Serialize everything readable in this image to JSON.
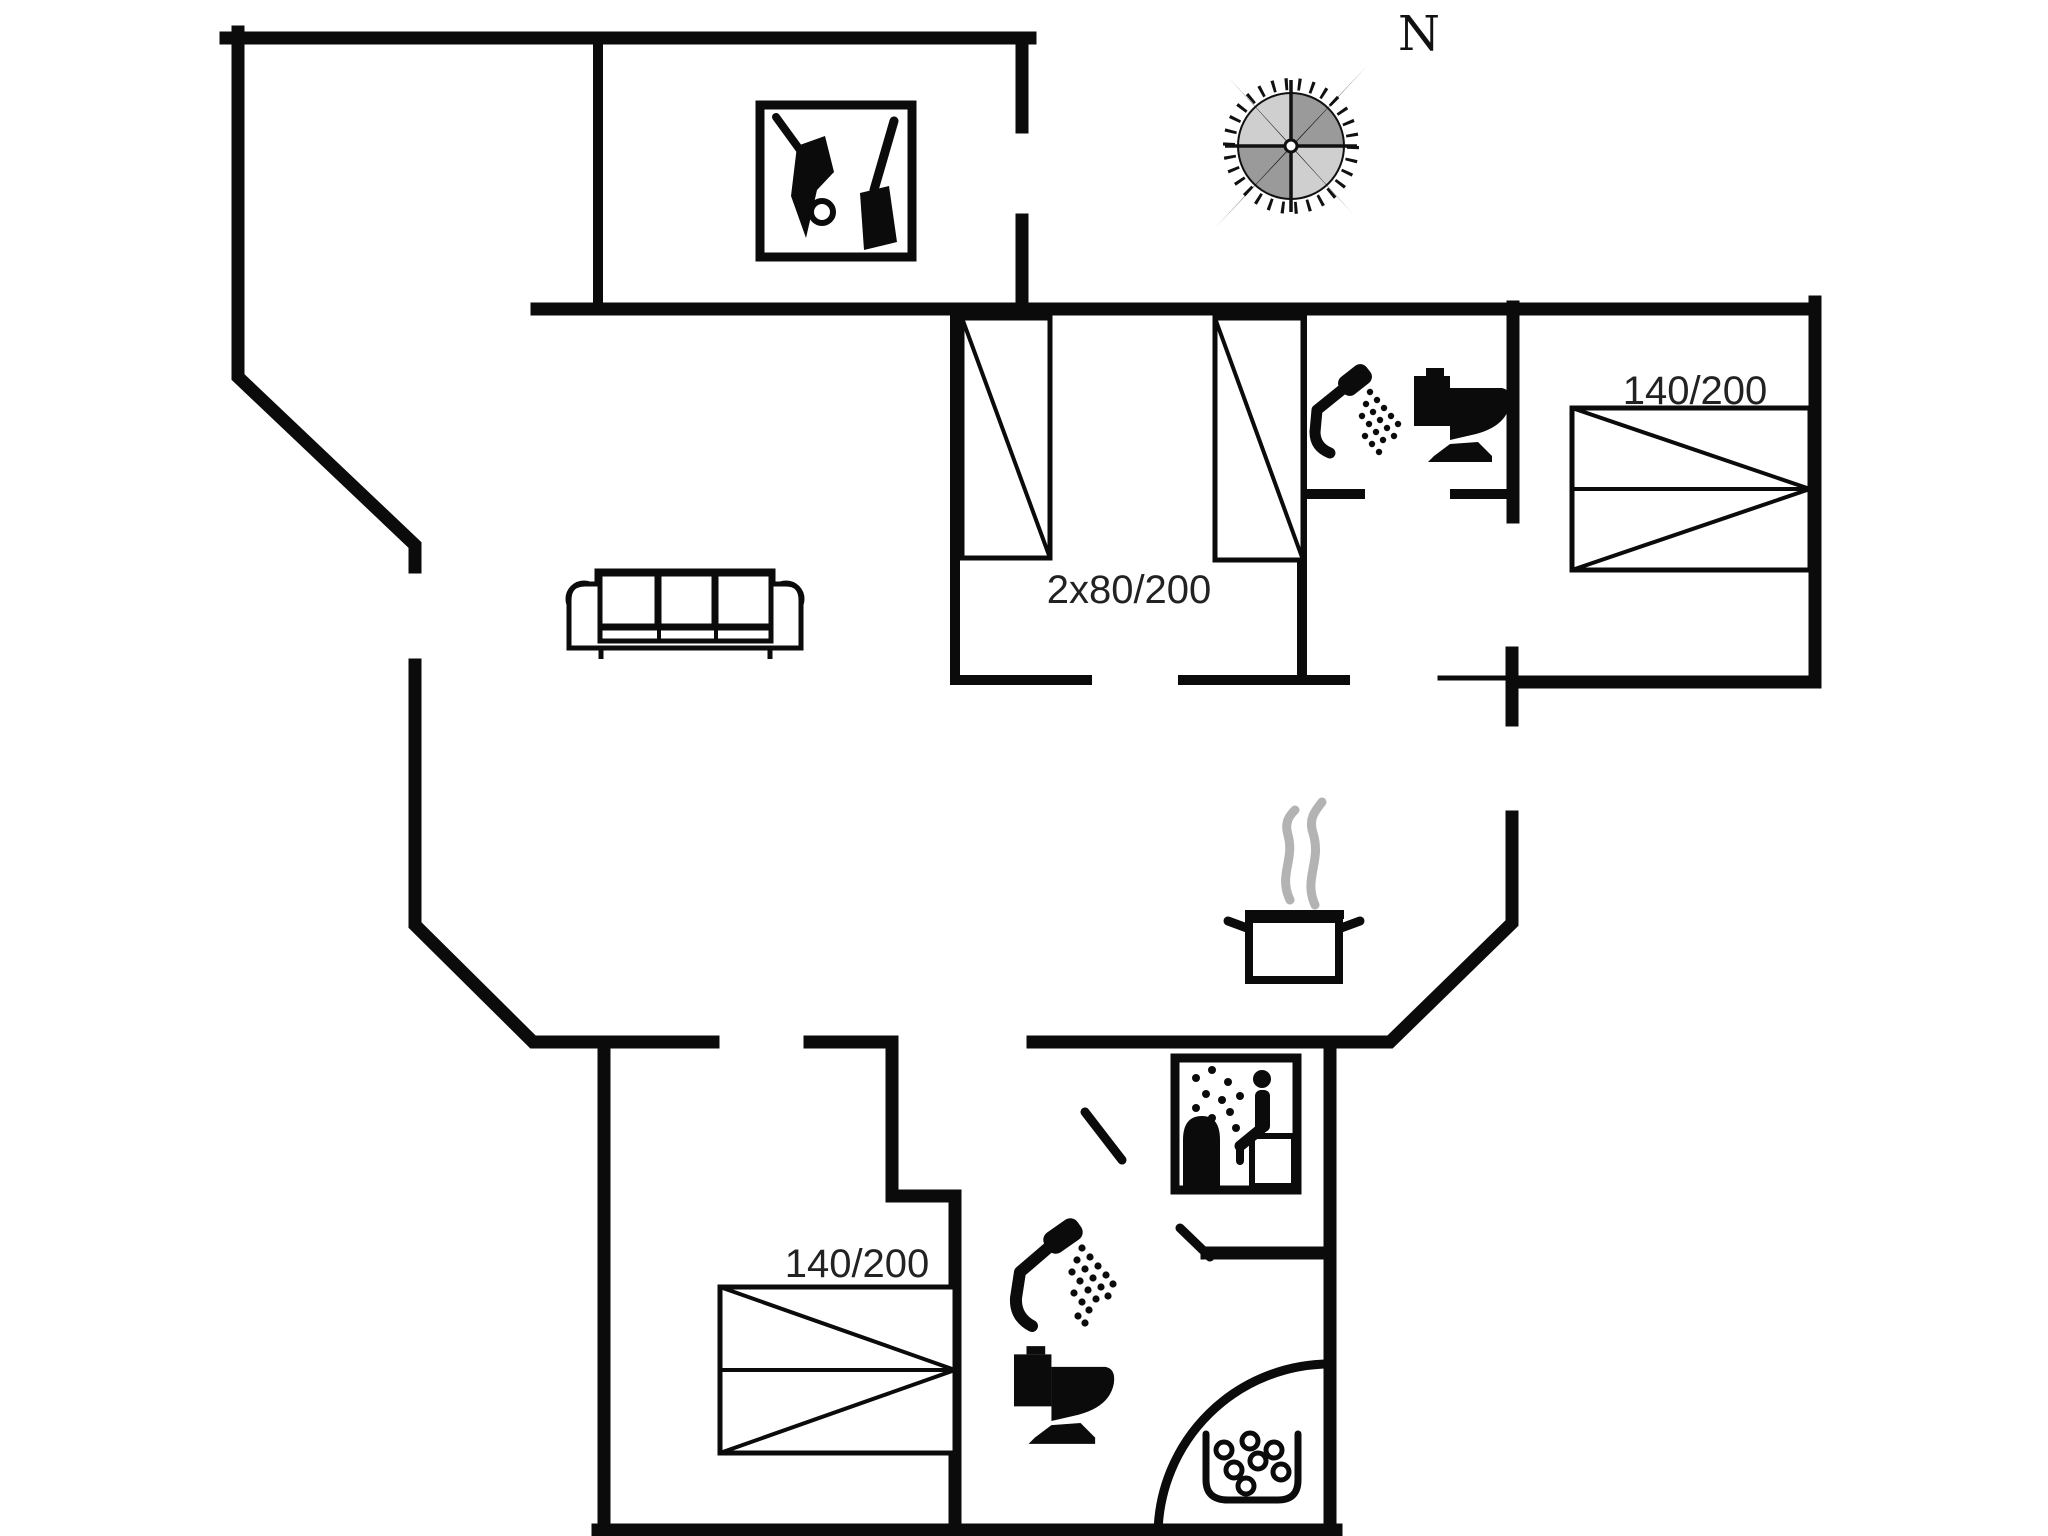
{
  "document": {
    "kind": "holiday-home-floor-plan"
  },
  "compass": {
    "label": "N"
  },
  "beds": {
    "twin_label": "2x80/200",
    "double_right_label": "140/200",
    "double_bottom_label": "140/200"
  },
  "colors": {
    "wall": "#0b0b0b",
    "label_text": "#222222",
    "steam_gray": "#b3b3b3",
    "background": "#ffffff"
  },
  "icons": {
    "compass": "compass-rose-icon",
    "fireplace": "fireplace-tools-icon",
    "sofa": "sofa-icon",
    "twin_beds": "single-bed-icon",
    "double_beds": "double-bed-icon",
    "showers": "shower-icon",
    "toilets": "toilet-icon",
    "kitchen": "cooking-pot-icon",
    "sauna": "sauna-icon",
    "whirlpool": "corner-bathtub-icon",
    "doors": "door-swing-icon"
  }
}
